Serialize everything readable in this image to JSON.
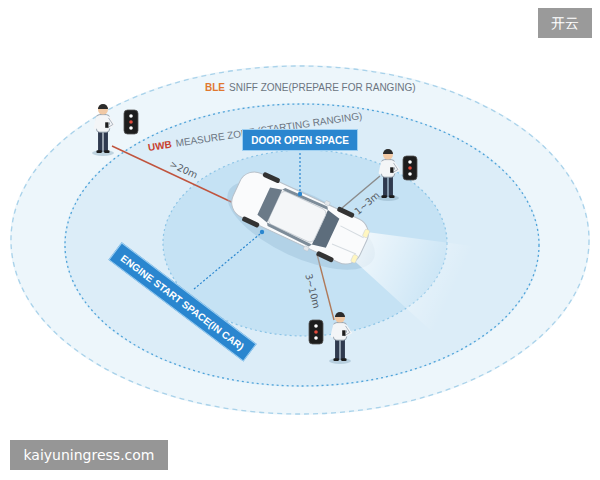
{
  "diagram": {
    "nodes": [
      {
        "text": [
          "BLE",
          "SNIFF ZONE(PREPARE FOR RANGING)"
        ]
      },
      {
        "text": [
          "UWB",
          "MEASURE ZONE (STARTING RANGING)"
        ],
        "in": 0
      },
      {
        "text": [
          "DOOR OPEN SPACE"
        ],
        "in": 1
      },
      {
        "text": [
          "ENGINE START SPACE(IN CAR)"
        ],
        "in": 1
      }
    ],
    "labels": [
      ">20m",
      "1~3m",
      "3~10m",
      "开云",
      "kaiyuningress.com"
    ]
  }
}
